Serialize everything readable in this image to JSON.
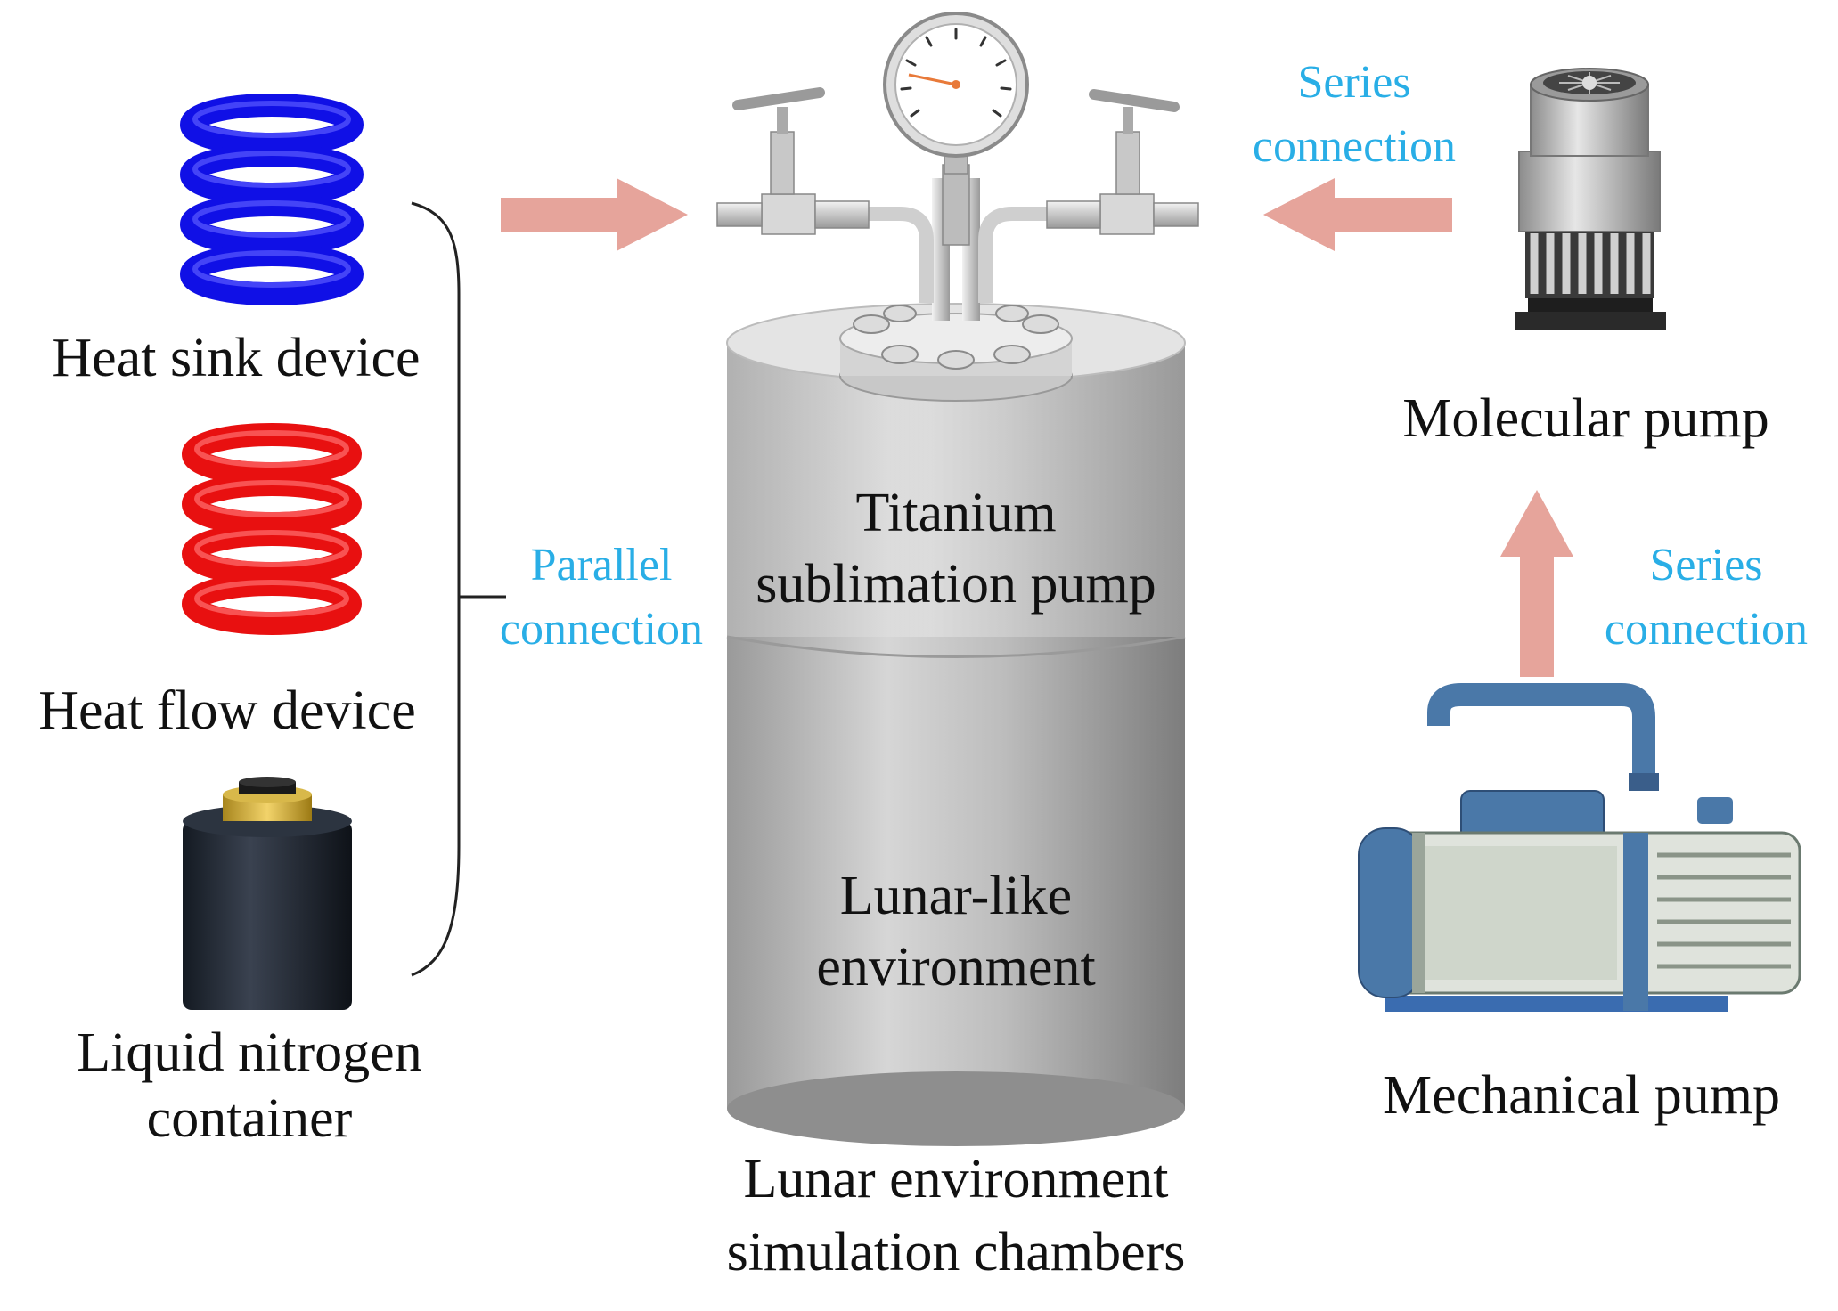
{
  "colors": {
    "arrow": "#e6a49b",
    "connection_text": "#29aee6",
    "heat_sink_coil": "#1010e6",
    "heat_flow_coil": "#e81010",
    "chamber_metal": "#a8a8a8",
    "pump_blue": "#4a78a8"
  },
  "icons": {
    "heat_sink": "blue-coil-icon",
    "heat_flow": "red-coil-icon",
    "ln2": "liquid-nitrogen-container-icon",
    "chamber": "vacuum-chamber-icon",
    "gauge": "pressure-gauge-icon",
    "molecular_pump": "turbomolecular-pump-icon",
    "mechanical_pump": "rotary-vane-pump-icon"
  },
  "left": {
    "heat_sink_label": "Heat sink device",
    "heat_flow_label": "Heat flow device",
    "ln2_label_line1": "Liquid nitrogen",
    "ln2_label_line2": "container",
    "parallel_line1": "Parallel",
    "parallel_line2": "connection"
  },
  "center": {
    "tsp_line1": "Titanium",
    "tsp_line2": "sublimation pump",
    "env_line1": "Lunar-like",
    "env_line2": "environment",
    "title_line1": "Lunar environment",
    "title_line2": "simulation chambers"
  },
  "right": {
    "molecular_label": "Molecular pump",
    "mechanical_label": "Mechanical pump",
    "series_top_line1": "Series",
    "series_top_line2": "connection",
    "series_mid_line1": "Series",
    "series_mid_line2": "connection"
  }
}
